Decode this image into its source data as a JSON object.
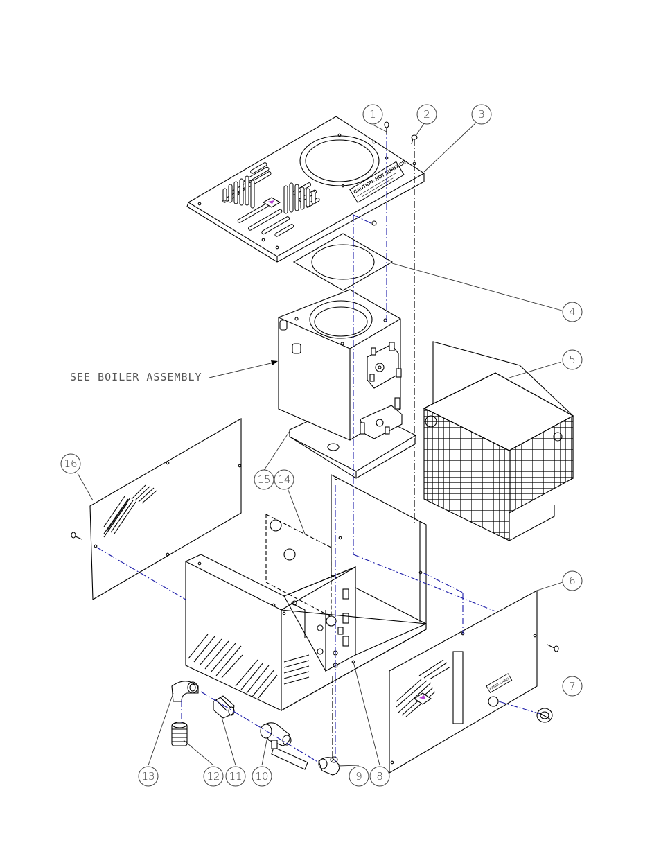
{
  "callout_note": "SEE BOILER ASSEMBLY",
  "warning_label": {
    "heading": "CAUTION: HOT SURFACE"
  },
  "panel_tag": "PANEL LABEL",
  "balloons": [
    {
      "n": "1"
    },
    {
      "n": "2"
    },
    {
      "n": "3"
    },
    {
      "n": "4"
    },
    {
      "n": "5"
    },
    {
      "n": "6"
    },
    {
      "n": "7"
    },
    {
      "n": "8"
    },
    {
      "n": "9"
    },
    {
      "n": "10"
    },
    {
      "n": "11"
    },
    {
      "n": "12"
    },
    {
      "n": "13"
    },
    {
      "n": "14"
    },
    {
      "n": "15"
    },
    {
      "n": "16"
    }
  ],
  "colors": {
    "line": "#000000",
    "centerline": "#1a1aa8",
    "logo_accent": "#b23fd0"
  }
}
